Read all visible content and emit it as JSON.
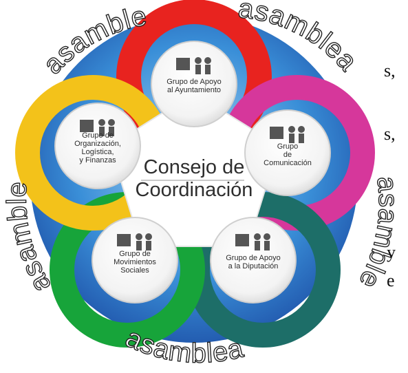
{
  "arc_words": [
    "asamblea",
    "asamblea",
    "asamblea",
    "asamblea",
    "asamblea"
  ],
  "center": {
    "line1": "Consejo de",
    "line2": "Coordinación"
  },
  "groups": [
    {
      "color": "#e8231f",
      "lines": [
        "Grupo de Apoyo",
        "al Ayuntamiento"
      ],
      "icon": "people-building-icon"
    },
    {
      "color": "#d6379b",
      "lines": [
        "Grupo",
        "de",
        "Comunicación"
      ],
      "icon": "social-media-icon"
    },
    {
      "color": "#1d6e68",
      "lines": [
        "Grupo de Apoyo",
        "a la Diputación"
      ],
      "icon": "map-icon"
    },
    {
      "color": "#17a43a",
      "lines": [
        "Grupo de",
        "Movimientos",
        "Sociales"
      ],
      "icon": "globe-tree-icon"
    },
    {
      "color": "#f3c21a",
      "lines": [
        "Grupo de",
        "Organización,",
        "Logística,",
        "y Finanzas"
      ],
      "icon": "truck-clock-icon"
    }
  ],
  "side_text": [
    "s,",
    "s,",
    "y",
    "e"
  ]
}
